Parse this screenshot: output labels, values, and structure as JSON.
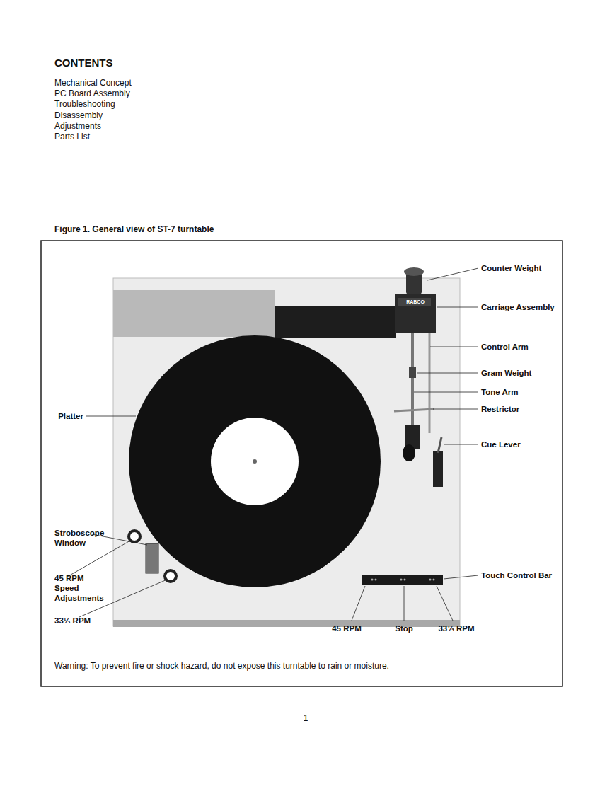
{
  "diagram": {
    "title": "CONTENTS",
    "caption": "Figure 1. General view of ST-7 turntable",
    "labels": [
      "Mechanical Concept",
      "PC Board Assembly",
      "Troubleshooting",
      "Disassembly",
      "Adjustments",
      "Parts List",
      "Counter Weight",
      "Carriage Assembly",
      "Control Arm",
      "Gram Weight",
      "Tone Arm",
      "Restrictor",
      "Cue Lever",
      "Platter",
      "Stroboscope Window",
      "45 RPM",
      "Speed Adjustments",
      "33⅓ RPM",
      "Touch Control Bar",
      "45 RPM",
      "Stop",
      "33⅓ RPM",
      "RABCO",
      "Warning: To prevent fire or shock hazard, do not expose this turntable to rain or moisture.",
      "1"
    ]
  }
}
